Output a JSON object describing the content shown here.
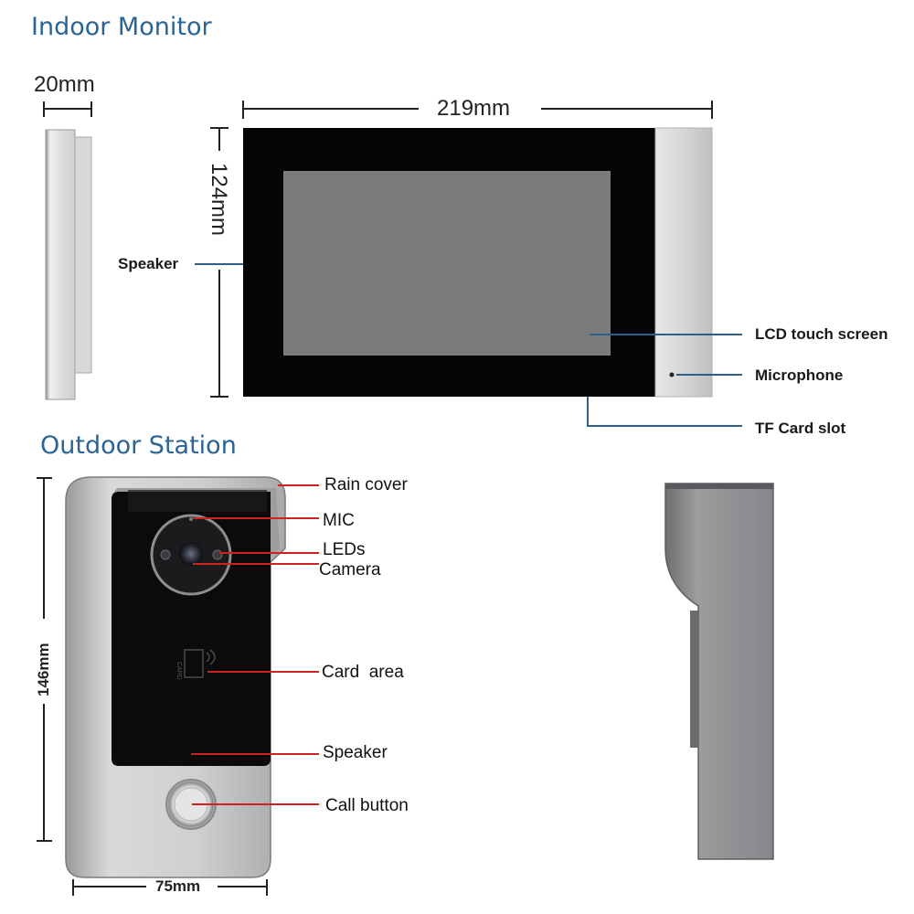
{
  "indoor": {
    "title": "Indoor Monitor",
    "dim_depth": "20mm",
    "dim_width": "219mm",
    "dim_height": "124mm",
    "label_speaker": "Speaker",
    "label_lcd": "LCD touch screen",
    "label_mic": "Microphone",
    "label_tf": "TF Card slot"
  },
  "outdoor": {
    "title": "Outdoor Station",
    "dim_height": "146mm",
    "dim_width": "75mm",
    "card_text": "CARD",
    "label_rain": "Rain cover",
    "label_mic": "MIC",
    "label_leds": "LEDs",
    "label_camera": "Camera",
    "label_card": "Card  area",
    "label_speaker": "Speaker",
    "label_call": "Call button"
  },
  "colors": {
    "title_blue": "#2a6496",
    "indoor_leader": "#2d5f88",
    "outdoor_leader": "#cc2222",
    "bezel": "#050505",
    "screen": "#7b7b7b",
    "silver": "#c9c9cb"
  }
}
